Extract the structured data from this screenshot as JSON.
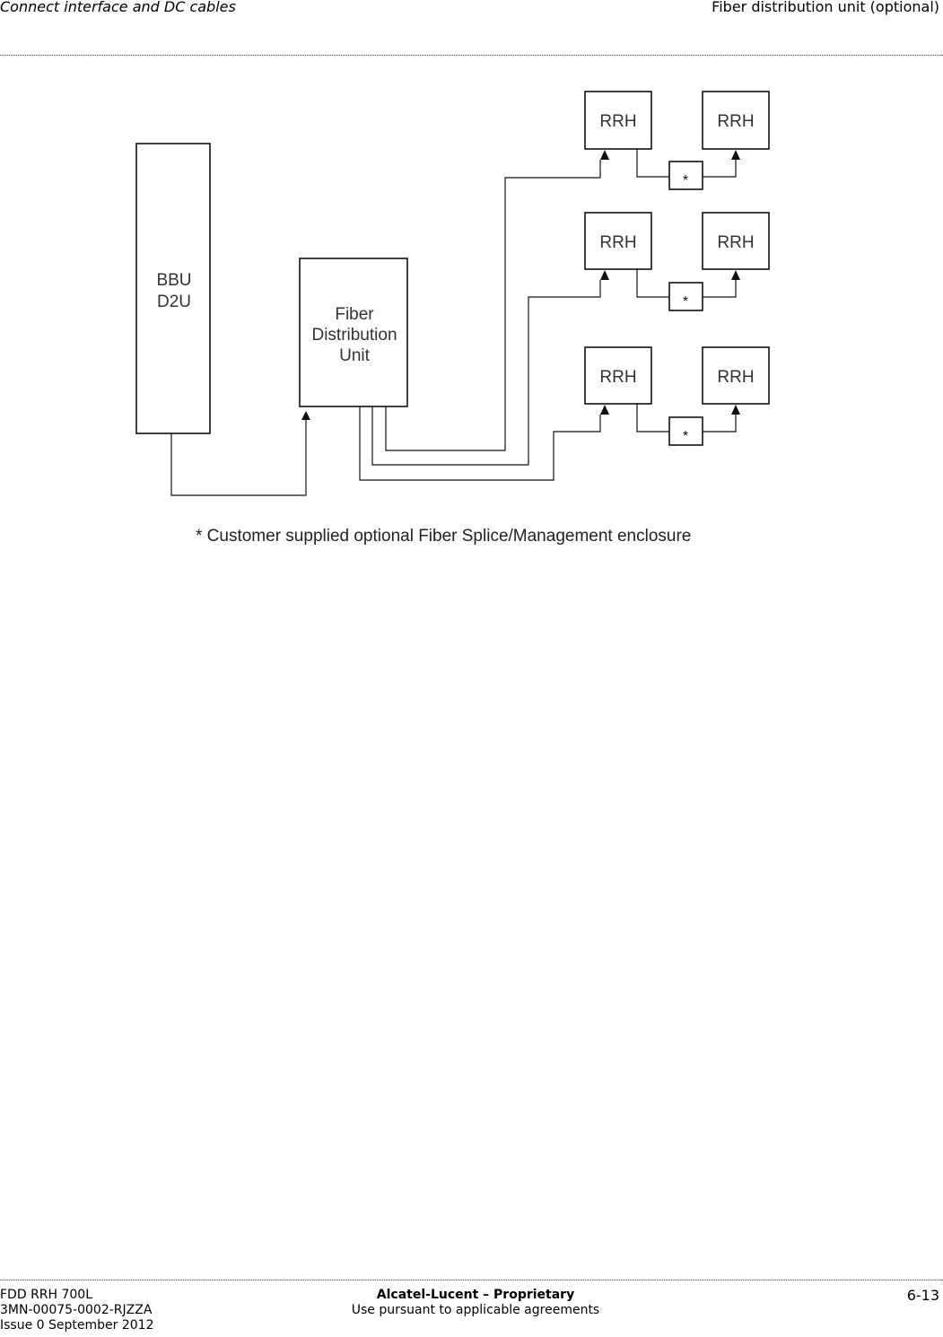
{
  "header": {
    "left": "Connect interface and DC cables",
    "right": "Fiber distribution unit (optional)"
  },
  "diagram": {
    "bbu_line1": "BBU",
    "bbu_line2": "D2U",
    "fdu_line1": "Fiber",
    "fdu_line2": "Distribution",
    "fdu_line3": "Unit",
    "rrh_label": "RRH",
    "enclosure_marker": "*",
    "footnote": "* Customer supplied optional Fiber Splice/Management enclosure"
  },
  "footer": {
    "product": "FDD RRH 700L",
    "doc_number": "3MN-00075-0002-RJZZA",
    "issue": "Issue 0   September 2012",
    "company": "Alcatel-Lucent – Proprietary",
    "usage": "Use pursuant to applicable agreements",
    "page": "6-13"
  }
}
